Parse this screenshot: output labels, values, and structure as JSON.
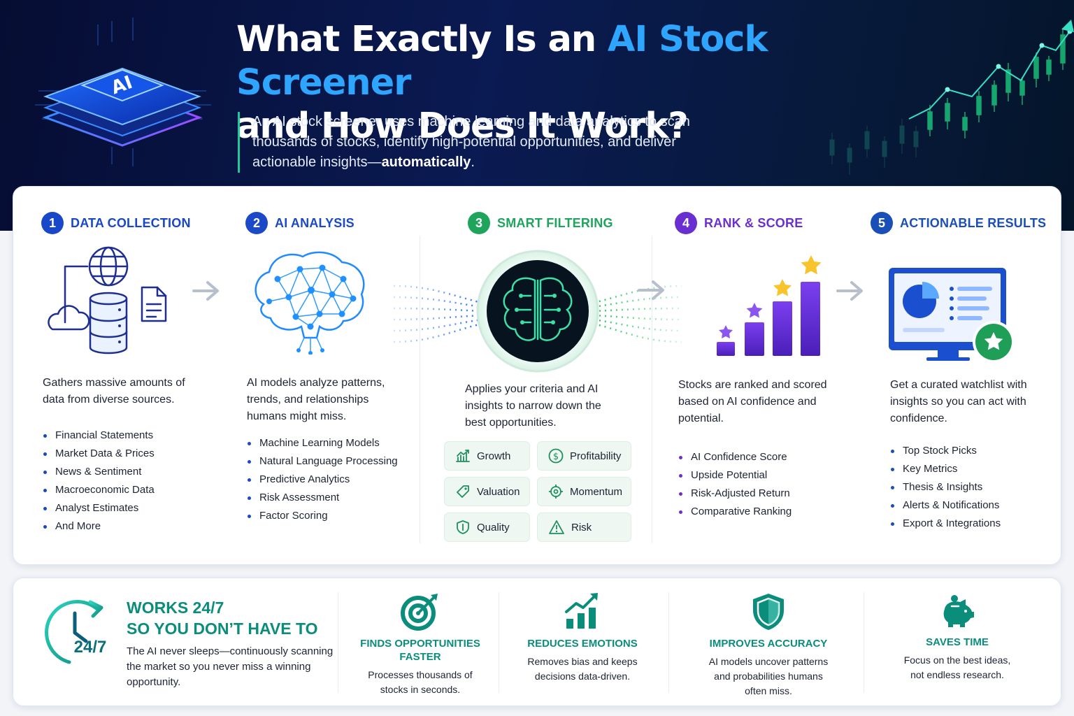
{
  "header": {
    "title_part1": "What Exactly Is an ",
    "title_highlight": "AI Stock Screener",
    "title_part2": "and How Does It Work?",
    "chip_label": "AI",
    "description_main": "An AI stock screener uses machine learning and data analytics to scan thousands of stocks, identify high-potential opportunities, and deliver actionable insights—",
    "description_bold": "automatically",
    "description_end": "."
  },
  "colors": {
    "accent_blue": "#2ea5ff",
    "step1": "#1847c9",
    "step2": "#1c49c8",
    "step3": "#1fa45c",
    "step4": "#6a2fd0",
    "step5": "#1a4fb8",
    "teal": "#0b8d7c"
  },
  "steps": [
    {
      "number": "1",
      "title": "DATA COLLECTION",
      "icon": "data-sources-icon",
      "description": "Gathers massive amounts of data from diverse sources.",
      "bullets": [
        "Financial Statements",
        "Market Data & Prices",
        "News & Sentiment",
        "Macroeconomic Data",
        "Analyst Estimates",
        "And More"
      ]
    },
    {
      "number": "2",
      "title": "AI ANALYSIS",
      "icon": "neural-brain-icon",
      "description": "AI models analyze patterns, trends, and relationships humans might miss.",
      "bullets": [
        "Machine Learning Models",
        "Natural Language Processing",
        "Predictive Analytics",
        "Risk Assessment",
        "Factor Scoring"
      ]
    },
    {
      "number": "3",
      "title": "SMART FILTERING",
      "icon": "brain-circuit-icon",
      "description": "Applies your criteria and AI insights to narrow down the best opportunities.",
      "criteria": [
        {
          "label": "Growth",
          "icon": "growth-chart-icon"
        },
        {
          "label": "Profitability",
          "icon": "dollar-circle-icon"
        },
        {
          "label": "Valuation",
          "icon": "tag-icon"
        },
        {
          "label": "Momentum",
          "icon": "crosshair-icon"
        },
        {
          "label": "Quality",
          "icon": "shield-check-icon"
        },
        {
          "label": "Risk",
          "icon": "warning-icon"
        }
      ]
    },
    {
      "number": "4",
      "title": "RANK & SCORE",
      "icon": "ranked-bars-stars-icon",
      "description": "Stocks are ranked and scored based on AI confidence and potential.",
      "bullets": [
        "AI Confidence Score",
        "Upside Potential",
        "Risk-Adjusted Return",
        "Comparative Ranking"
      ]
    },
    {
      "number": "5",
      "title": "ACTIONABLE RESULTS",
      "icon": "monitor-dashboard-icon",
      "description": "Get a curated watchlist with insights so you can act with confidence.",
      "bullets": [
        "Top Stock Picks",
        "Key Metrics",
        "Thesis & Insights",
        "Alerts & Notifications",
        "Export & Integrations"
      ]
    }
  ],
  "benefits": {
    "works": {
      "icon": "clock-24-7-icon",
      "clock_label": "24/7",
      "title_line1": "WORKS 24/7",
      "title_line2": "SO YOU DON’T HAVE TO",
      "text": "The AI never sleeps—continuously scanning the market so you never miss a winning opportunity."
    },
    "items": [
      {
        "icon": "target-arrow-icon",
        "title": "FINDS OPPORTUNITIES FASTER",
        "text": "Processes thousands of stocks in seconds."
      },
      {
        "icon": "trend-up-bars-icon",
        "title": "REDUCES EMOTIONS",
        "text": "Removes bias and keeps decisions data-driven."
      },
      {
        "icon": "shield-icon",
        "title": "IMPROVES ACCURACY",
        "text": "AI models uncover patterns and probabilities humans often miss."
      },
      {
        "icon": "piggy-bank-icon",
        "title": "SAVES TIME",
        "text": "Focus on the best ideas, not endless research."
      }
    ]
  }
}
